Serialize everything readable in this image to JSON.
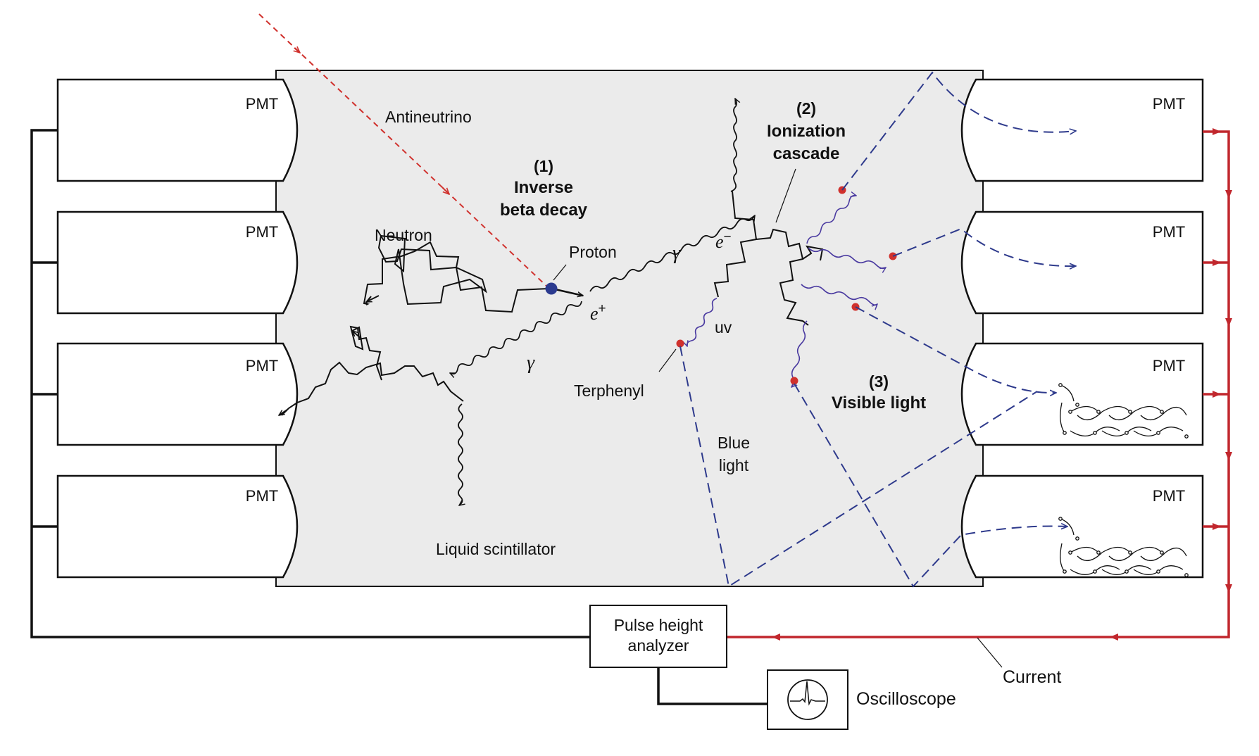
{
  "labels": {
    "antineutrino": "Antineutrino",
    "neutron": "Neutron",
    "proton": "Proton",
    "step1_num": "(1)",
    "step1_line1": "Inverse",
    "step1_line2": "beta decay",
    "step2_num": "(2)",
    "step2_line1": "Ionization",
    "step2_line2": "cascade",
    "step3_num": "(3)",
    "step3_line1": "Visible light",
    "gamma": "γ",
    "positron": "e",
    "positron_sup": "+",
    "electron": "e",
    "electron_sup": "−",
    "uv": "uv",
    "terphenyl": "Terphenyl",
    "blue_line1": "Blue",
    "blue_line2": "light",
    "liquid_scintillator": "Liquid scintillator",
    "pmt": "PMT",
    "pulse_line1": "Pulse height",
    "pulse_line2": "analyzer",
    "oscilloscope": "Oscilloscope",
    "current": "Current"
  },
  "colors": {
    "scintillator_fill": "#ebebeb",
    "antineutrino": "#d0312d",
    "current": "#c1272d",
    "light_ray": "#2e3a8c",
    "uv_wave": "#4a3aa0",
    "proton_dot": "#2b3a8f",
    "emission_dot": "#d0312d"
  }
}
